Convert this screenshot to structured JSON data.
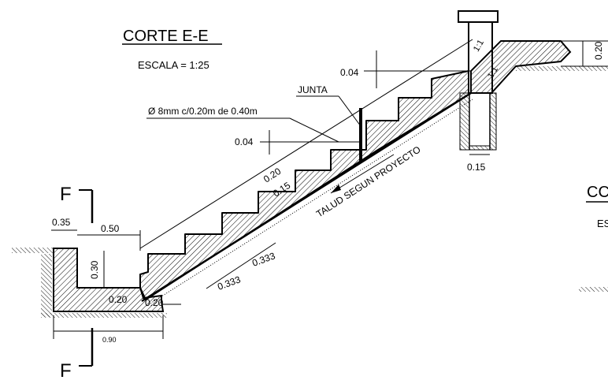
{
  "title": "CORTE E-E",
  "scale": "ESCALA = 1:25",
  "section_marker": "F",
  "partial_title": "CC",
  "partial_scale": "ES",
  "labels": {
    "junta": "JUNTA",
    "rebar": "Ø 8mm c/0.20m de 0.40m",
    "talud": "TALUD SEGUN PROYECTO",
    "slope_1": "1:1",
    "slope_2": "1:1"
  },
  "dimensions": {
    "d_035": "0.35",
    "d_050": "0.50",
    "d_030": "0.30",
    "d_020_a": "0.20",
    "d_020_b": "0.20",
    "d_090": "0.90",
    "d_0333_a": "0.333",
    "d_0333_b": "0.333",
    "d_020_step": "0.20",
    "d_015_step": "0.15",
    "d_004_a": "0.04",
    "d_004_b": "0.04",
    "d_015_col": "0.15",
    "d_020_right": "0.20"
  },
  "colors": {
    "line": "#000000",
    "background": "#ffffff"
  }
}
